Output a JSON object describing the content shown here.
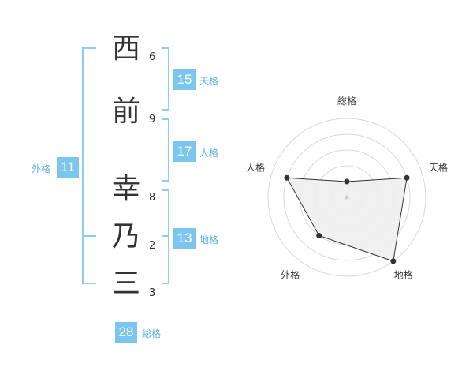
{
  "name": {
    "characters": [
      {
        "char": "西",
        "strokes": "6"
      },
      {
        "char": "前",
        "strokes": "9"
      },
      {
        "char": "幸",
        "strokes": "8"
      },
      {
        "char": "乃",
        "strokes": "2"
      },
      {
        "char": "三",
        "strokes": "3"
      }
    ]
  },
  "scores": {
    "tenkaku": {
      "label": "天格",
      "value": "15"
    },
    "jinkaku": {
      "label": "人格",
      "value": "17"
    },
    "chikaku": {
      "label": "地格",
      "value": "13"
    },
    "gaikaku": {
      "label": "外格",
      "value": "11"
    },
    "soukaku": {
      "label": "総格",
      "value": "28"
    }
  },
  "chart_data": {
    "type": "radar",
    "axes": [
      "総格",
      "天格",
      "地格",
      "外格",
      "人格"
    ],
    "values": [
      1,
      4,
      5,
      3,
      4
    ],
    "max": 5,
    "colors": {
      "fill": "#eeeeee",
      "line": "#333333",
      "grid": "#d8d8d8"
    }
  },
  "colors": {
    "accent": "#7cc6ee",
    "bracket": "#8fcdee",
    "label": "#5bb2e2"
  }
}
